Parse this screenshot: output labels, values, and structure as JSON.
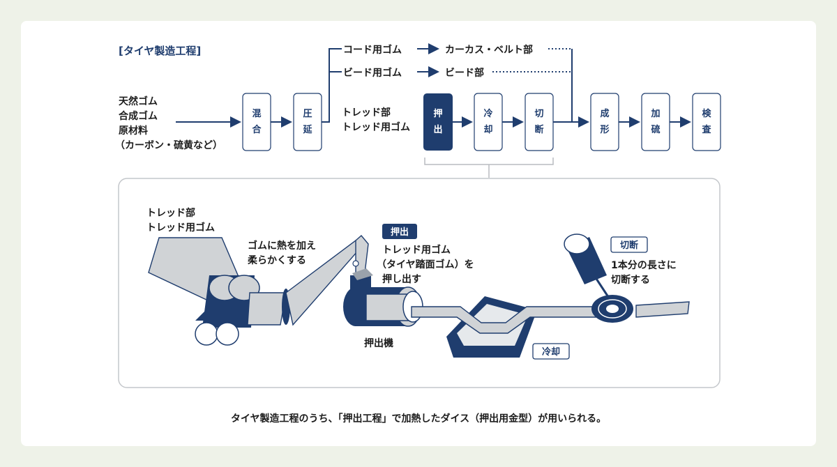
{
  "colors": {
    "navy": "#1f3d6e",
    "background": "#eef2e8",
    "card": "#ffffff",
    "grey": "#d0d3d6"
  },
  "title": "[タイヤ製造工程]",
  "inputs": {
    "materials": [
      "天然ゴム",
      "合成ゴム",
      "原材料",
      "（カーボン・硫黄など）"
    ],
    "cord_rubber": "コード用ゴム",
    "bead_rubber": "ビード用ゴム",
    "carcass_belt": "カーカス・ベルト部",
    "bead_part": "ビード部",
    "tread": [
      "トレッド部",
      "トレッド用ゴム"
    ]
  },
  "steps": {
    "mix": [
      "混",
      "合"
    ],
    "press": [
      "圧",
      "延"
    ],
    "extrude": [
      "押",
      "出"
    ],
    "cool": [
      "冷",
      "却"
    ],
    "cut": [
      "切",
      "断"
    ],
    "form": [
      "成",
      "形"
    ],
    "vulcanize": [
      "加",
      "硫"
    ],
    "inspect": [
      "検",
      "査"
    ]
  },
  "detail": {
    "tread_label": [
      "トレッド部",
      "トレッド用ゴム"
    ],
    "heat_label": [
      "ゴムに熱を加え",
      "柔らかくする"
    ],
    "extrude_badge": "押出",
    "extrude_desc": [
      "トレッド用ゴム",
      "（タイヤ踏面ゴム）を",
      "押し出す"
    ],
    "extruder_label": "押出機",
    "cut_badge": "切断",
    "cut_desc": [
      "1本分の長さに",
      "切断する"
    ],
    "cool_badge": "冷却"
  },
  "caption": "タイヤ製造工程のうち、「押出工程」で加熱したダイス（押出用金型）が用いられる。"
}
